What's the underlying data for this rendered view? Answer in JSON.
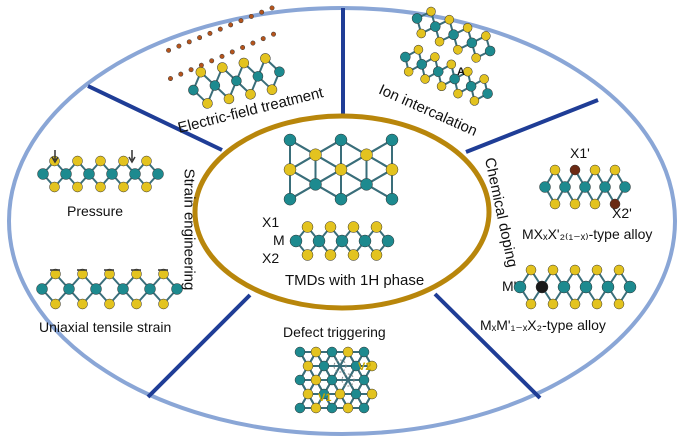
{
  "colors": {
    "outer_ring": "#8aa6d6",
    "dividers": "#1f3d96",
    "inner_ring": "#b8860b",
    "metal_atom": "#1d8a8f",
    "chalcogen_atom": "#e3c31f",
    "dopant_atom": "#6b2a14",
    "ion_atom": "#b5541c",
    "bond": "#3a6e7a"
  },
  "center": {
    "title": "TMDs with 1H phase",
    "layer_labels": {
      "x1": "X1",
      "m": "M",
      "x2": "X2"
    }
  },
  "segments": {
    "electric_field": {
      "label": "Electric-field treatment"
    },
    "ion_intercalation": {
      "label": "Ion intercalation",
      "marker": "A"
    },
    "chemical_doping": {
      "label": "Chemical doping",
      "x1_label": "X1'",
      "x2_label": "X2'",
      "alloy1_label": "MXₓX'₂₍₁₋ₓ₎-type alloy",
      "dopant_label": "M'",
      "alloy2_label": "MₓM'₁₋ₓX₂-type alloy"
    },
    "strain": {
      "label": "Strain engineering",
      "pressure_label": "Pressure",
      "uniaxial_label": "Uniaxial tensile strain"
    },
    "defect": {
      "label": "Defect triggering",
      "v1_label": "V1",
      "v2_label": "V2"
    }
  }
}
